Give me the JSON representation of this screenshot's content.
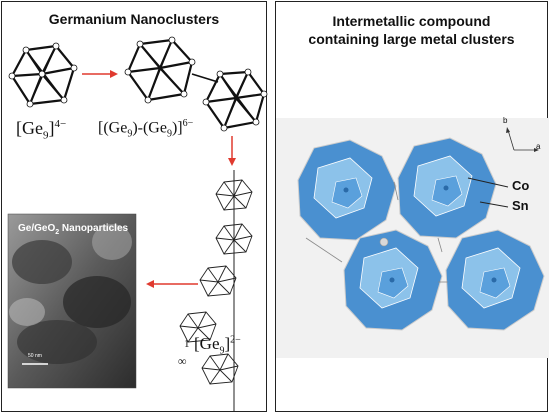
{
  "left": {
    "title": "Germanium Nanoclusters",
    "formula1": {
      "base": "[Ge",
      "sub": "9",
      "close": "]",
      "sup": "4−"
    },
    "formula2": {
      "part1": "[(Ge",
      "sub1": "9",
      "mid": ")-(Ge",
      "sub2": "9",
      "close": ")]",
      "sup": "6−"
    },
    "formula3": {
      "pre": "1",
      "infinity": "∞",
      "base": "[Ge",
      "sub": "9",
      "close": "]",
      "sup": "2−"
    },
    "photo": {
      "label_main": "Ge/GeO",
      "label_sub": "2",
      "label_tail": " Nanoparticles",
      "scale": "50 nm"
    }
  },
  "right": {
    "title": "Intermetallic compound containing large metal clusters",
    "axis_b": "b",
    "axis_a": "a",
    "label_co": "Co",
    "label_sn": "Sn"
  },
  "colors": {
    "arrow": "#e03a2f",
    "polyhedron": "#4a90d0",
    "polyhedron_light": "#8cc2ea"
  }
}
